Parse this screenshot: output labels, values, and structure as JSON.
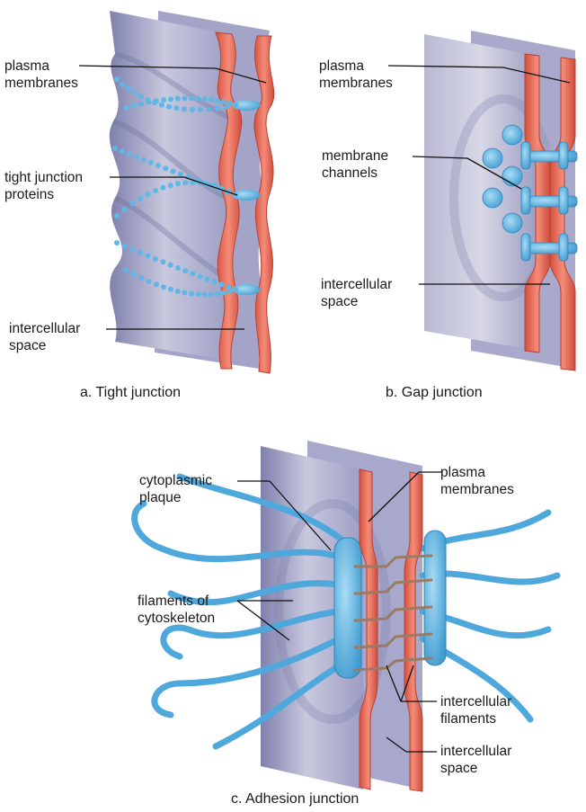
{
  "panels": {
    "a": {
      "caption": "a. Tight junction",
      "labels": {
        "plasma": [
          "plasma",
          "membranes"
        ],
        "tight": [
          "tight junction",
          "proteins"
        ],
        "space": [
          "intercellular",
          "space"
        ]
      }
    },
    "b": {
      "caption": "b. Gap junction",
      "labels": {
        "plasma": [
          "plasma",
          "membranes"
        ],
        "channels": [
          "membrane",
          "channels"
        ],
        "space": [
          "intercellular",
          "space"
        ]
      }
    },
    "c": {
      "caption": "c. Adhesion junction",
      "labels": {
        "plaque": [
          "cytoplasmic",
          "plaque"
        ],
        "plasma": [
          "plasma",
          "membranes"
        ],
        "filaments": [
          "filaments of",
          "cytoskeleton"
        ],
        "intercellular_filaments": [
          "intercellular",
          "filaments"
        ],
        "space": [
          "intercellular",
          "space"
        ]
      }
    }
  },
  "colors": {
    "membrane": "#ee6e5a",
    "membrane_edge": "#c94a3c",
    "slab": "#8e8fb8",
    "slab_light": "#c9c9df",
    "protein": "#5fb7e6",
    "filament": "#4fa8dc",
    "intercellular_filament": "#9c7b66"
  }
}
